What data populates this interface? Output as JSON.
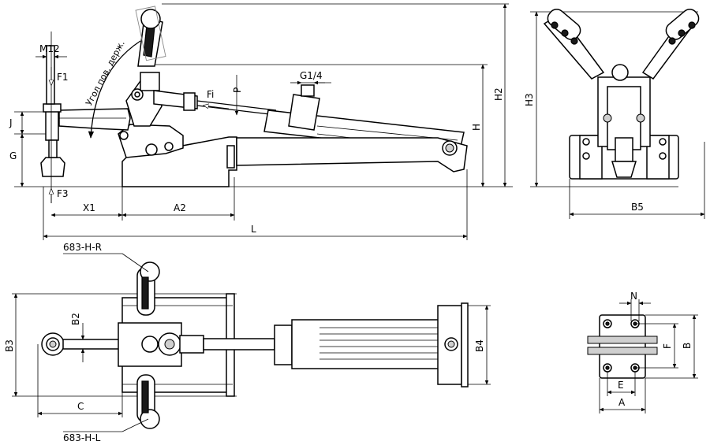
{
  "side_view": {
    "dims": {
      "thread": "M12",
      "force_top": "F1",
      "force_bottom": "F3",
      "force_cyl": "Fi",
      "J": "J",
      "G": "G",
      "X1": "X1",
      "A2": "A2",
      "L": "L",
      "P": "P",
      "port": "G1/4",
      "H": "H",
      "H2": "H2"
    },
    "angle_label": "Угол пов. держ."
  },
  "front_view": {
    "dims": {
      "H3": "H3",
      "B5": "B5"
    }
  },
  "top_view": {
    "callouts": {
      "right_handle": "683-H-R",
      "left_handle": "683-H-L"
    },
    "dims": {
      "B3": "B3",
      "B2": "B2",
      "C": "C",
      "B4": "B4"
    }
  },
  "base_view": {
    "dims": {
      "N": "N",
      "F": "F",
      "B": "B",
      "E": "E",
      "A": "A"
    }
  }
}
